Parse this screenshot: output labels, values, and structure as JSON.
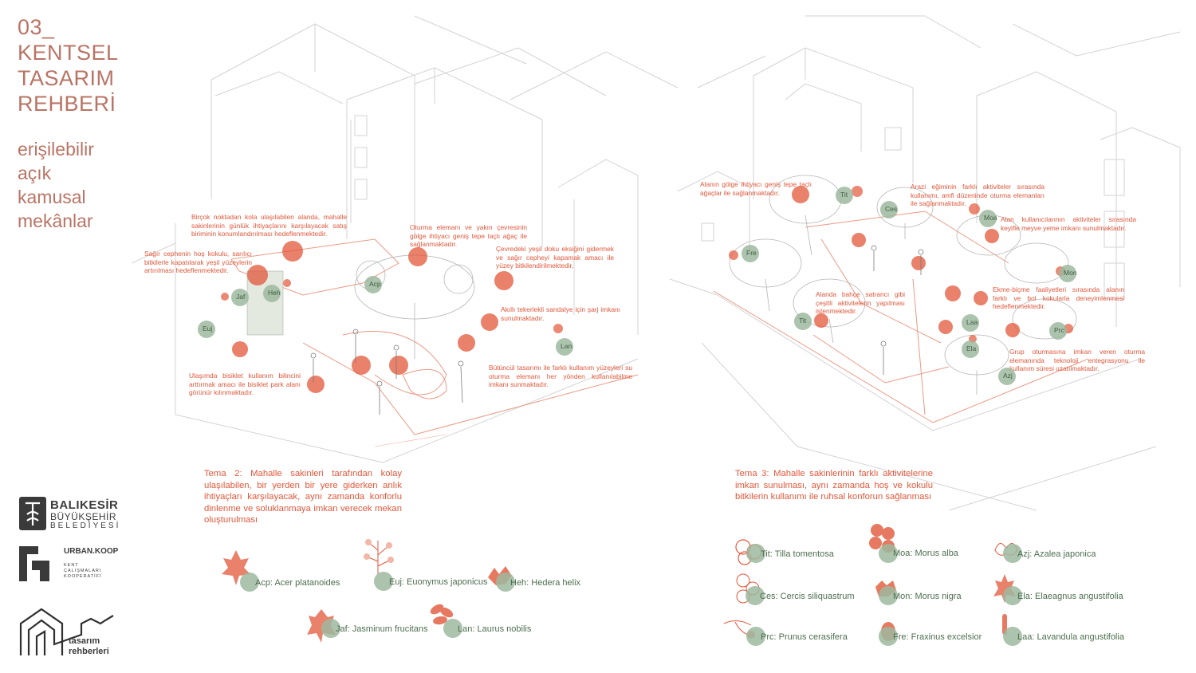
{
  "header": {
    "title_lines": [
      "03_",
      "KENTSEL",
      "TASARIM",
      "REHBERİ"
    ],
    "subtitle_lines": [
      "erişilebilir",
      "açık",
      "kamusal",
      "mekânlar"
    ]
  },
  "left_panel": {
    "annotations": [
      "Birçok noktadan kola ulaşılabilen alanda, mahalle sakinlerinin günlük ihtiyaçlarını karşılayacak satış biriminin konumlandırılması hedeflenmektedir.",
      "Sağır cephenin hoş kokulu, sarılıcı bitkilerle kapatılarak yeşil yüzeylerin artırılması hedeflenmektedir.",
      "Oturma elemanı ve yakın çevresinin gölge ihtiyacı geniş tepe taçlı ağaç ile sağlanmaktadır.",
      "Çevredeki yeşil doku eksiğini gidermek ve sağır cepheyi kapamak amacı ile yüzey bitkilendirilmektedir.",
      "Akıllı tekerlekli sandalye için şarj imkanı sunulmaktadır.",
      "Bütüncül tasarımı ile farklı kullanım yüzeyleri su oturma elemanı her yönden kullanılabilme imkanı sunmaktadır.",
      "Ulaşımda bisiklet kullanım bilincini arttırmak amacı ile bisiklet park alanı görünür kılınmaktadır."
    ],
    "plant_tags": [
      "Acp",
      "Jaf",
      "Heh",
      "Euj",
      "Lan"
    ],
    "theme_text": "Tema 2: Mahalle sakinleri tarafından kolay ulaşılabilen, bir yerden bir yere giderken anlık ihtiyaçları karşılayacak, aynı zamanda konforlu dinlenme ve soluklanmaya imkan verecek mekan oluşturulması",
    "legend": [
      "Acp: Acer platanoides",
      "Euj: Euonymus japonicus",
      "Heh: Hedera helix",
      "Jaf: Jasminum frucitans",
      "Lan: Laurus nobilis"
    ]
  },
  "right_panel": {
    "annotations": [
      "Alanın gölge ihtiyacı geniş tepe taçlı ağaçlar ile sağlanmaktadır.",
      "Arazi eğiminin farklı aktiviteler sırasında kullanımı, amfi düzeninde oturma elemanları ile sağlanmaktadır.",
      "Alan kullanıcılarının aktiviteler sırasında keyifle meyve yeme imkanı sunulmaktadır.",
      "Alanda bahçe satrancı gibi çeşitli aktivitelerin yapılması istenmektedir.",
      "Ekme-biçme faaliyetleri sırasında alanın farklı ve bol kokularla deneyimlenmesi hedeflenmektedir.",
      "Grup oturmasına imkan veren oturma elemanında teknoloji entegrasyonu ile kullanım süresi uzatılmaktadır."
    ],
    "plant_tags": [
      "Tit",
      "Ces",
      "Moa",
      "Fre",
      "Mon",
      "Prc",
      "Tit",
      "Laa",
      "Ela",
      "Azj"
    ],
    "theme_text": "Tema 3: Mahalle sakinlerinin farklı aktivitelerine imkan sunulması, aynı zamanda hoş ve kokulu bitkilerin kullanımı ile ruhsal konforun sağlanması",
    "legend": [
      "Tit: Tilla tomentosa",
      "Moa: Morus alba",
      "Azj: Azalea japonica",
      "Ces: Cercis siliquastrum",
      "Mon: Morus nigra",
      "Ela: Elaeagnus angustifolia",
      "Prc: Prunus cerasifera",
      "Fre: Fraxinus excelsior",
      "Laa: Lavandula angustifolia"
    ]
  },
  "logos": {
    "municipality": [
      "BALIKESİR",
      "BÜYÜKŞEHİR",
      "BELEDİYESİ"
    ],
    "urbankoop": "URBAN.KOOP",
    "urbankoop_sub": [
      "KENT",
      "ÇALIŞMALARI",
      "KOOPERATİFİ"
    ],
    "guides": [
      "tasarım",
      "rehberleri"
    ]
  },
  "colors": {
    "accent": "#e2573a",
    "title": "#b97465",
    "sage": "#9db89f",
    "line": "#cfcfcf"
  }
}
